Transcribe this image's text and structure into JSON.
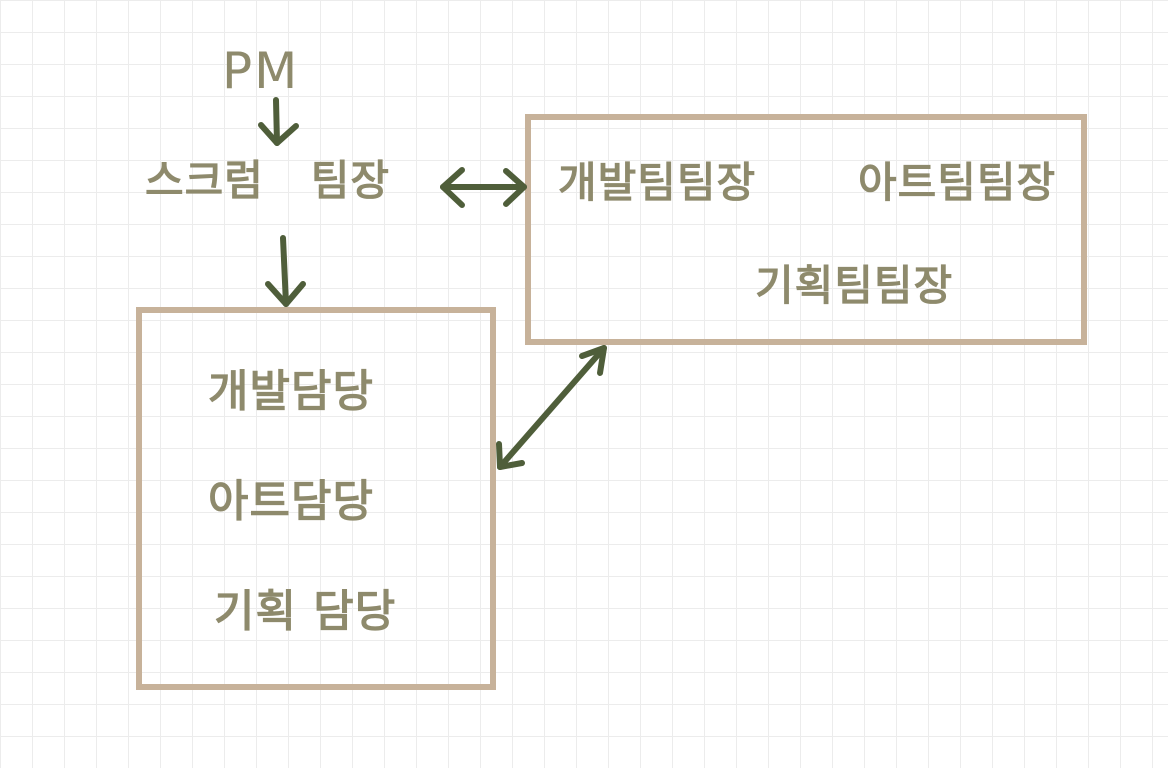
{
  "nodes": {
    "pm": "PM",
    "scrum_team_lead": "스크럼   팀장",
    "team_leads_box": {
      "dev_team_lead": "개발팀팀장",
      "art_team_lead": "아트팀팀장",
      "planning_team_lead": "기획팀팀장"
    },
    "staff_box": {
      "dev_staff": "개발담당",
      "art_staff": "아트담당",
      "planning_staff": "기획 담당"
    }
  },
  "colors": {
    "text": "#8e8a6c",
    "box_border": "#c7b29a",
    "arrow": "#4f5e3a",
    "grid": "#ececec"
  },
  "icons": {
    "pm_to_scrum": "arrow-down-icon",
    "scrum_to_staff": "arrow-down-icon",
    "scrum_to_leads": "double-arrow-horizontal-icon",
    "leads_to_staff": "double-arrow-diagonal-icon"
  }
}
